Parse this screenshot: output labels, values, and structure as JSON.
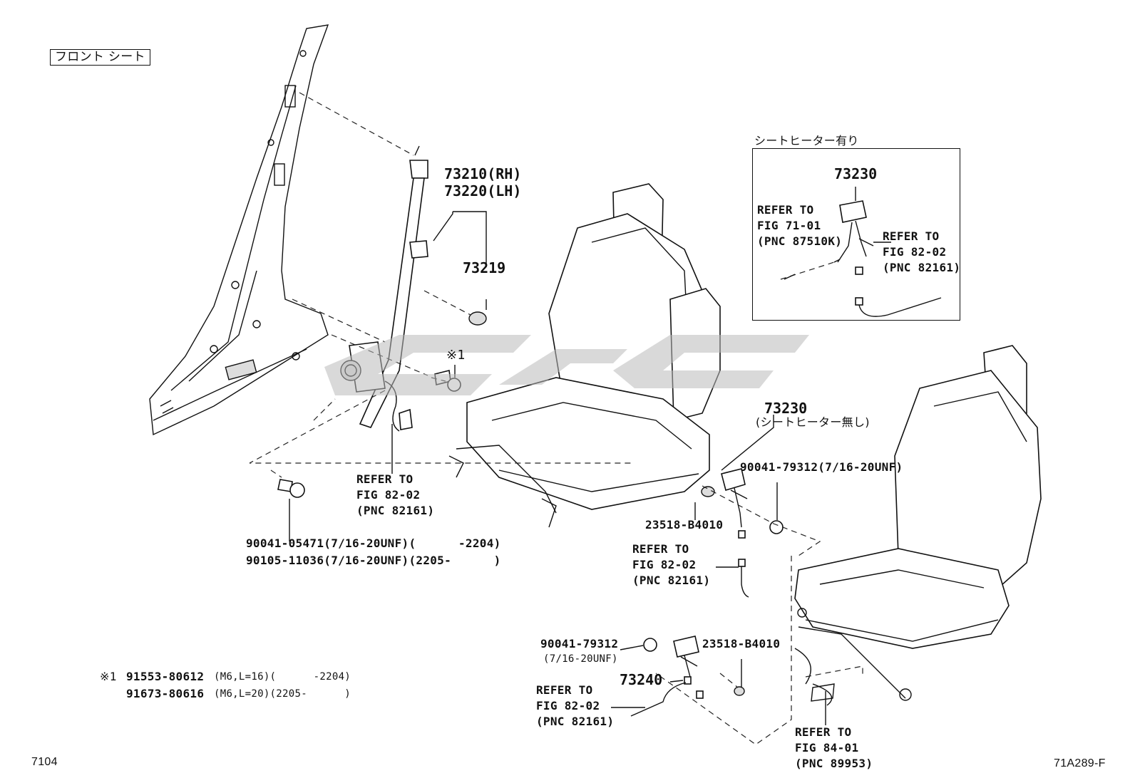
{
  "header": {
    "section_label": "フロント シート"
  },
  "heater_box": {
    "title": "シートヒーター有り",
    "part": "73230",
    "refer_a": [
      "REFER TO",
      "FIG 71-01",
      "(PNC 87510K)"
    ],
    "refer_b": [
      "REFER TO",
      "FIG 82-02",
      "(PNC 82161)"
    ]
  },
  "belt": {
    "part_rh": "73210(RH)",
    "part_lh": "73220(LH)",
    "cover": "73219",
    "note_mark": "※1",
    "refer": [
      "REFER TO",
      "FIG 82-02",
      "(PNC 82161)"
    ],
    "bolt_1": "90041-05471(7/16-20UNF)(      -2204)",
    "bolt_2": "90105-11036(7/16-20UNF)(2205-      )"
  },
  "buckle_rh": {
    "part": "73230",
    "note": "(シートヒーター無し)",
    "nut": "90041-79312(7/16-20UNF)",
    "washer": "23518-B4010",
    "refer": [
      "REFER TO",
      "FIG 82-02",
      "(PNC 82161)"
    ]
  },
  "buckle_lh": {
    "nut_1": "90041-79312",
    "nut_2": "(7/16-20UNF)",
    "washer": "23518-B4010",
    "part": "73240",
    "refer": [
      "REFER TO",
      "FIG 82-02",
      "(PNC 82161)"
    ]
  },
  "seat_refer": [
    "REFER TO",
    "FIG 84-01",
    "(PNC 89953)"
  ],
  "footnote": {
    "mark": "※1",
    "line_1_pn": "91553-80612",
    "line_1_spec": "(M6,L=16)(      -2204)",
    "line_2_pn": "91673-80616",
    "line_2_spec": "(M6,L=20)(2205-      )"
  },
  "page_number": "7104",
  "figure_code": "71A289-F"
}
